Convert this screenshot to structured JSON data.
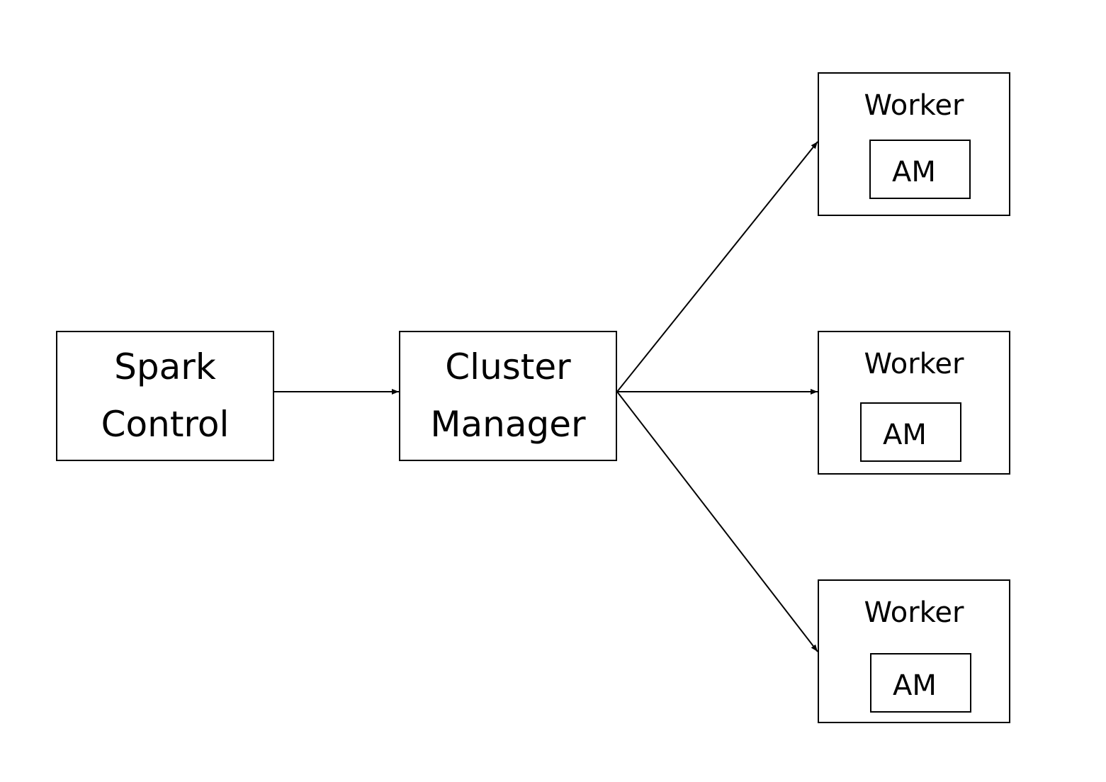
{
  "nodes": {
    "spark_control": {
      "line1": "Spark",
      "line2": "Control"
    },
    "cluster_manager": {
      "line1": "Cluster",
      "line2": "Manager"
    },
    "workers": [
      {
        "label": "Worker",
        "am": "AM"
      },
      {
        "label": "Worker",
        "am": "AM"
      },
      {
        "label": "Worker",
        "am": "AM"
      }
    ]
  },
  "edges": [
    {
      "from": "spark_control",
      "to": "cluster_manager"
    },
    {
      "from": "cluster_manager",
      "to": "workers.0"
    },
    {
      "from": "cluster_manager",
      "to": "workers.1"
    },
    {
      "from": "cluster_manager",
      "to": "workers.2"
    }
  ],
  "colors": {
    "stroke": "#000000",
    "background": "#ffffff"
  }
}
